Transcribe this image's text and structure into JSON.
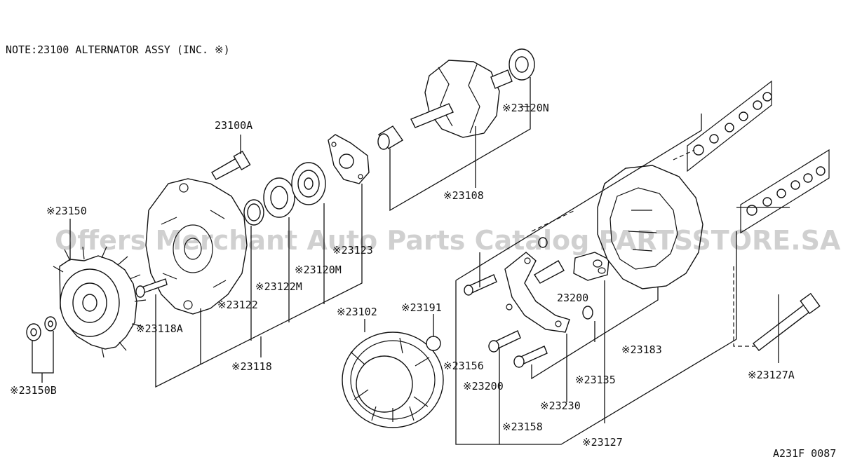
{
  "note": "NOTE:23100 ALTERNATOR ASSY (INC. ※)",
  "watermark": "Offers Merchant Auto Parts Catalog PARTSSTORE.SA",
  "drawing_code": "A231F 0087",
  "labels": {
    "p23100A": "23100A",
    "p23120N": "※23120N",
    "p23108": "※23108",
    "p23150": "※23150",
    "p23123": "※23123",
    "p23120M": "※23120M",
    "p23122M": "※23122M",
    "p23122": "※23122",
    "p23118A": "※23118A",
    "p23118": "※23118",
    "p23150B": "※23150B",
    "p23102": "※23102",
    "p23191": "※23191",
    "p23200": "23200",
    "p23156": "※23156",
    "p23200b": "※23200",
    "p23135": "※23135",
    "p23230": "※23230",
    "p23158": "※23158",
    "p23127": "※23127",
    "p23183": "※23183",
    "p23127A": "※23127A"
  }
}
